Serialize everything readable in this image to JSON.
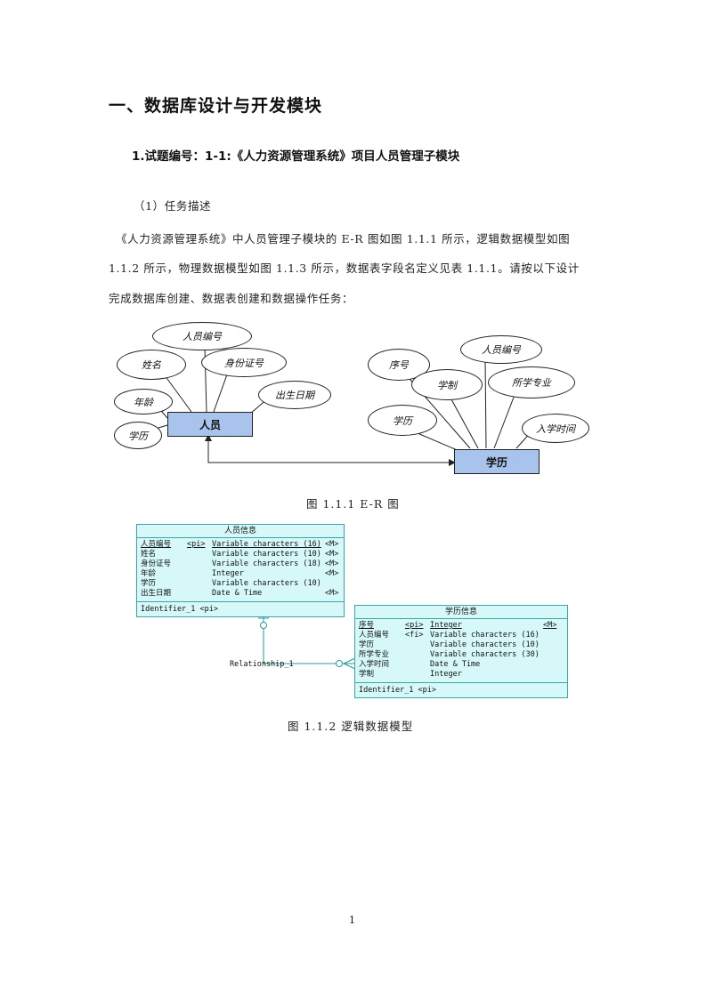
{
  "heading": "一、数据库设计与开发模块",
  "subheading": "1.试题编号：1-1:《人力资源管理系统》项目人员管理子模块",
  "task_label": "（1）任务描述",
  "paragraph": {
    "line1": "《人力资源管理系统》中人员管理子模块的 E-R 图如图 1.1.1 所示，逻辑数据模型如图",
    "line2": "1.1.2 所示，物理数据模型如图 1.1.3 所示，数据表字段名定义见表 1.1.1。请按以下设计",
    "line3": "完成数据库创建、数据表创建和数据操作任务："
  },
  "er_diagram": {
    "entity_person": "人员",
    "entity_edu": "学历",
    "person_attrs": [
      "人员编号",
      "姓名",
      "身份证号",
      "年龄",
      "学历",
      "出生日期"
    ],
    "edu_attrs": [
      "序号",
      "人员编号",
      "学制",
      "所学专业",
      "学历",
      "入学时间"
    ]
  },
  "caption1": "图 1.1.1  E-R 图",
  "logical_model": {
    "table1": {
      "title": "人员信息",
      "rows": [
        {
          "name": "人员编号",
          "key": "<pi>",
          "type": "Variable characters (16)",
          "flag": "<M>"
        },
        {
          "name": "姓名",
          "key": "",
          "type": "Variable characters (10)",
          "flag": "<M>"
        },
        {
          "name": "身份证号",
          "key": "",
          "type": "Variable characters (18)",
          "flag": "<M>"
        },
        {
          "name": "年龄",
          "key": "",
          "type": "Integer",
          "flag": "<M>"
        },
        {
          "name": "学历",
          "key": "",
          "type": "Variable characters (10)",
          "flag": ""
        },
        {
          "name": "出生日期",
          "key": "",
          "type": "Date & Time",
          "flag": "<M>"
        }
      ],
      "identifier": "Identifier_1  <pi>"
    },
    "table2": {
      "title": "学历信息",
      "rows": [
        {
          "name": "序号",
          "key": "<pi>",
          "type": "Integer",
          "flag": "<M>"
        },
        {
          "name": "人员编号",
          "key": "<fi>",
          "type": "Variable characters (16)",
          "flag": ""
        },
        {
          "name": "学历",
          "key": "",
          "type": "Variable characters (10)",
          "flag": ""
        },
        {
          "name": "所学专业",
          "key": "",
          "type": "Variable characters (30)",
          "flag": ""
        },
        {
          "name": "入学时间",
          "key": "",
          "type": "Date & Time",
          "flag": ""
        },
        {
          "name": "学制",
          "key": "",
          "type": "Integer",
          "flag": ""
        }
      ],
      "identifier": "Identifier_1  <pi>"
    },
    "relationship": "Relationship_1"
  },
  "caption2": "图 1.1.2  逻辑数据模型",
  "page_number": "1"
}
